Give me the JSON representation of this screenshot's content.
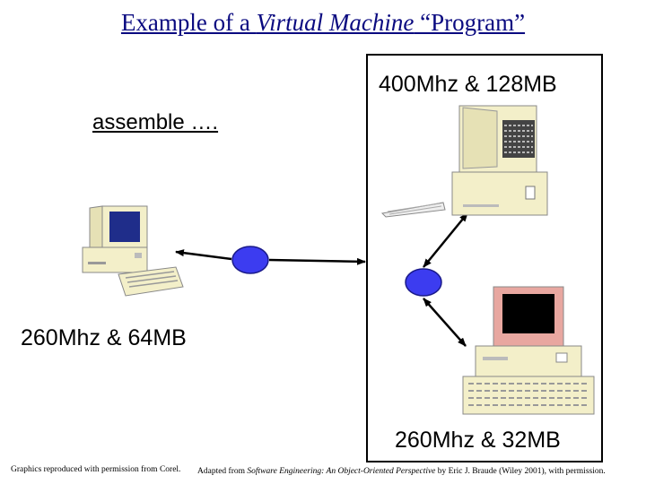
{
  "title": {
    "prefix": "Example of a ",
    "italic": "Virtual Machine",
    "suffix": " “Program”"
  },
  "machines": {
    "top_right": "400Mhz & 128MB",
    "left": "260Mhz & 64MB",
    "bottom_right": "260Mhz & 32MB"
  },
  "annotation": "assemble ….",
  "credits": {
    "left": "Graphics reproduced with permission from Corel.",
    "right_prefix": "Adapted from ",
    "right_italic": "Software Engineering: An Object-Oriented Perspective",
    "right_suffix": " by Eric J. Braude (Wiley 2001), with permission."
  },
  "colors": {
    "title": "#0a0a80",
    "node_fill": "#3c3cf0",
    "node_stroke": "#1a1a8a",
    "computer_body": "#f3efc9",
    "screen_blue": "#1f2d8a",
    "screen_black": "#000000",
    "screen_pink": "#e8a7a0"
  }
}
